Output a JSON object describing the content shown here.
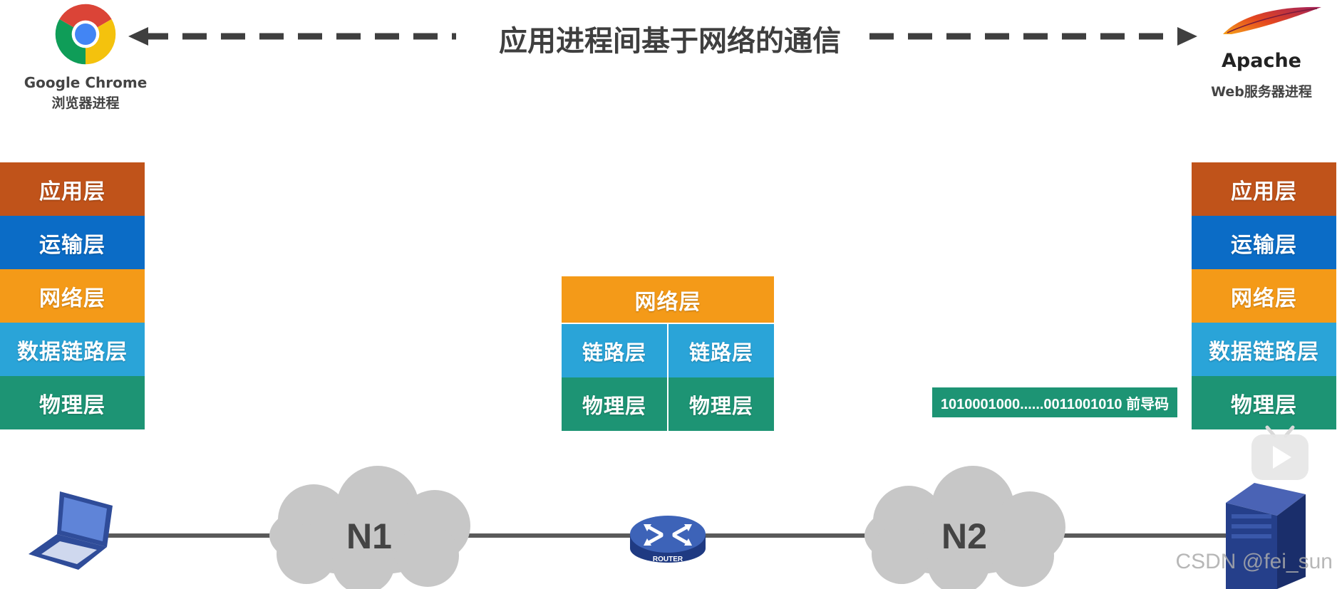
{
  "banner": {
    "title": "应用进程间基于网络的通信"
  },
  "client": {
    "app_name": "Google Chrome",
    "app_role": "浏览器进程"
  },
  "server": {
    "app_name": "Apache",
    "app_role": "Web服务器进程"
  },
  "left_stack": [
    "应用层",
    "运输层",
    "网络层",
    "数据链路层",
    "物理层"
  ],
  "right_stack": [
    "应用层",
    "运输层",
    "网络层",
    "数据链路层",
    "物理层"
  ],
  "router_stack": {
    "top": "网络层",
    "left_link": "链路层",
    "right_link": "链路层",
    "left_phys": "物理层",
    "right_phys": "物理层"
  },
  "preamble": {
    "label": "1010001000......0011001010  前导码"
  },
  "network": {
    "cloud1": "N1",
    "cloud2": "N2",
    "router_label": "ROUTER"
  },
  "watermark": "CSDN @fei_sun",
  "colors": {
    "application": "#c0531a",
    "transport": "#0b6cc6",
    "network": "#f49a18",
    "link": "#2aa4d8",
    "physical": "#1d9474"
  }
}
